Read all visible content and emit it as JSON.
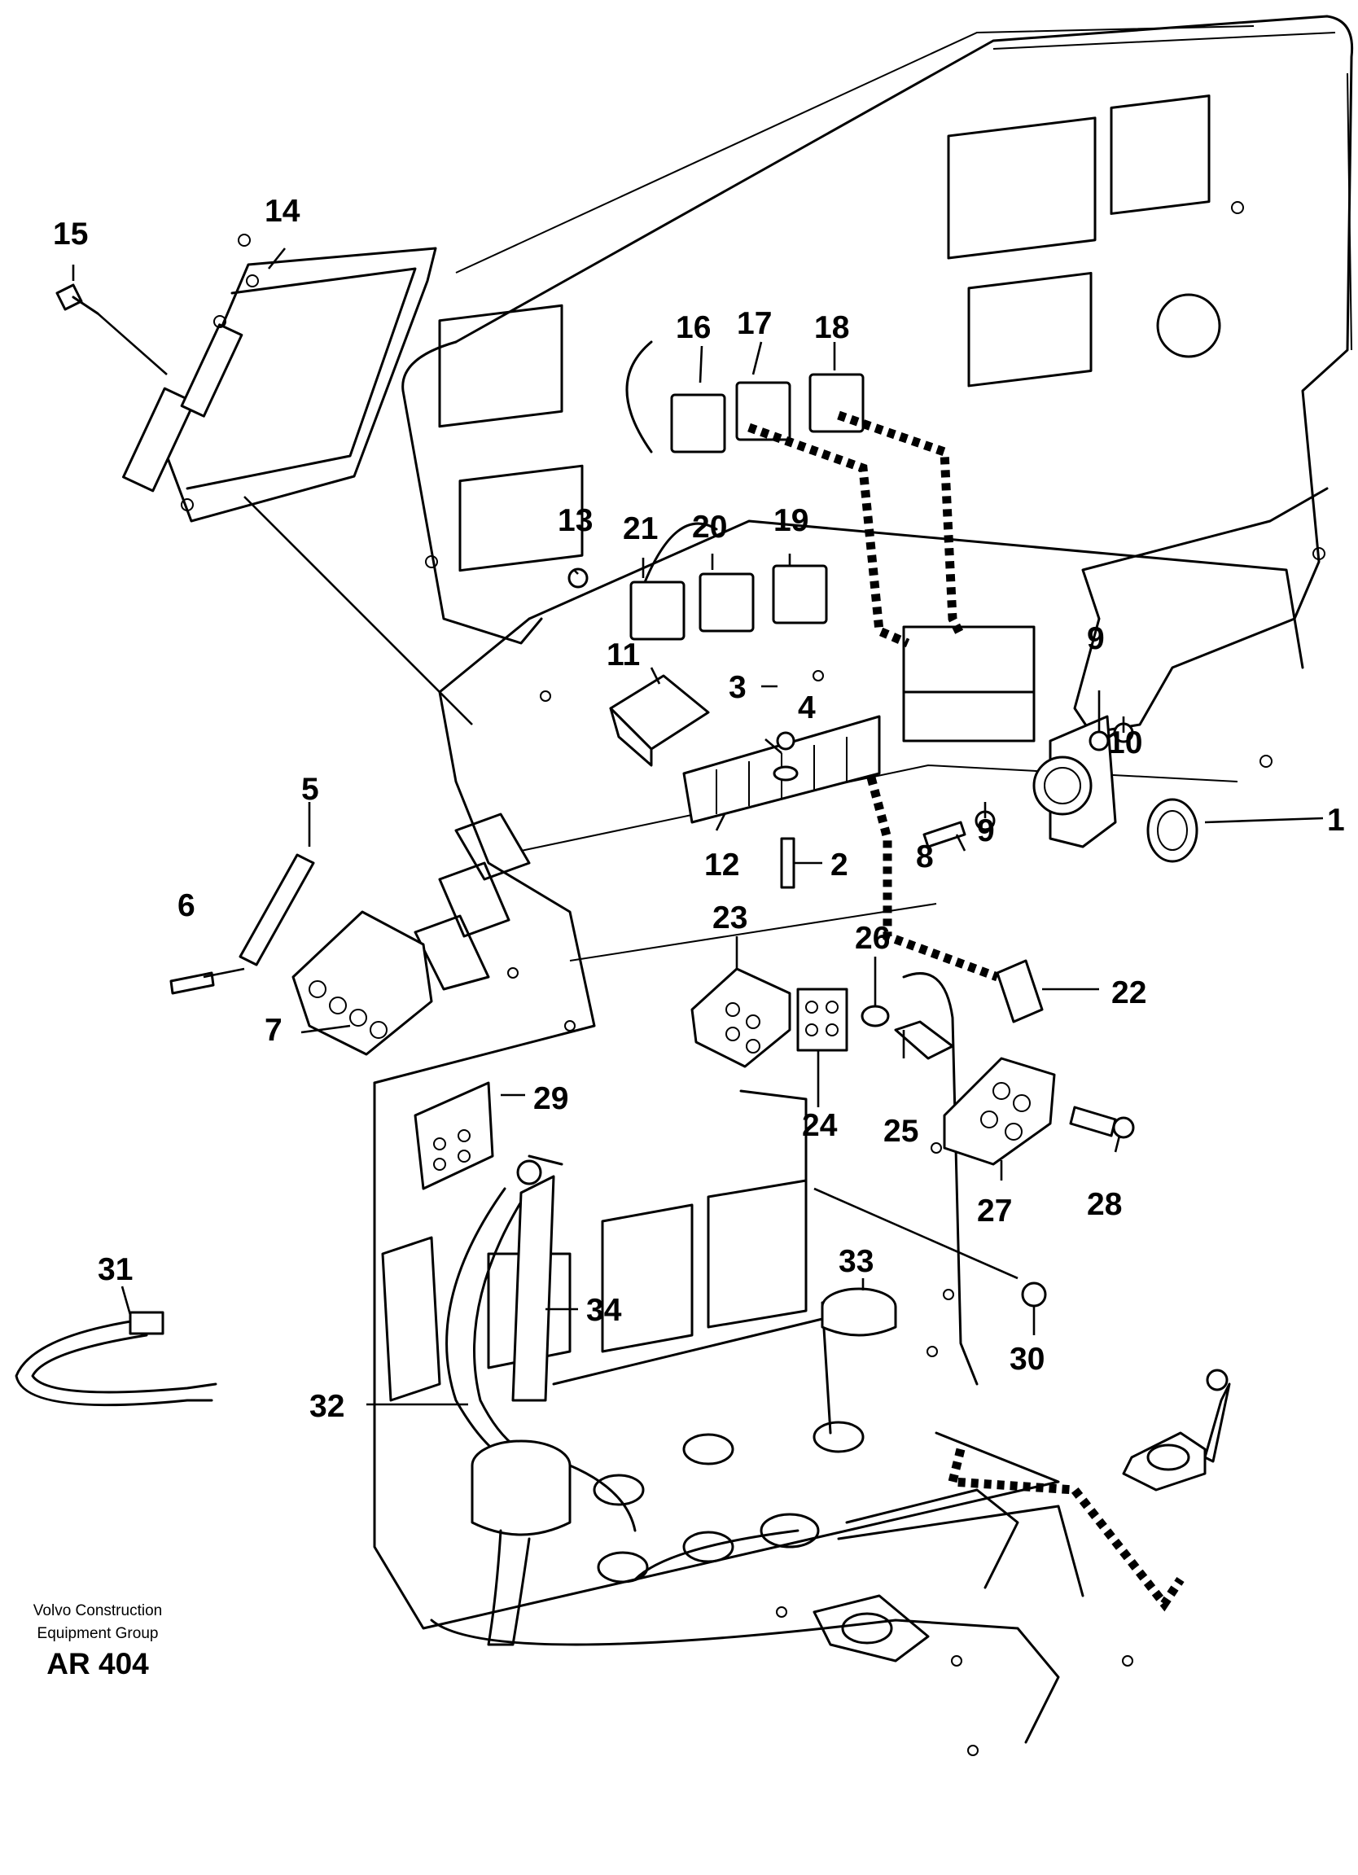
{
  "diagram": {
    "callouts": [
      {
        "id": "1",
        "label": "1"
      },
      {
        "id": "2",
        "label": "2"
      },
      {
        "id": "3",
        "label": "3"
      },
      {
        "id": "4",
        "label": "4"
      },
      {
        "id": "5",
        "label": "5"
      },
      {
        "id": "6",
        "label": "6"
      },
      {
        "id": "7",
        "label": "7"
      },
      {
        "id": "8",
        "label": "8"
      },
      {
        "id": "9a",
        "label": "9"
      },
      {
        "id": "9b",
        "label": "9"
      },
      {
        "id": "10",
        "label": "10"
      },
      {
        "id": "11",
        "label": "11"
      },
      {
        "id": "12",
        "label": "12"
      },
      {
        "id": "13",
        "label": "13"
      },
      {
        "id": "14",
        "label": "14"
      },
      {
        "id": "15",
        "label": "15"
      },
      {
        "id": "16",
        "label": "16"
      },
      {
        "id": "17",
        "label": "17"
      },
      {
        "id": "18",
        "label": "18"
      },
      {
        "id": "19",
        "label": "19"
      },
      {
        "id": "20",
        "label": "20"
      },
      {
        "id": "21",
        "label": "21"
      },
      {
        "id": "22",
        "label": "22"
      },
      {
        "id": "23",
        "label": "23"
      },
      {
        "id": "24",
        "label": "24"
      },
      {
        "id": "25",
        "label": "25"
      },
      {
        "id": "26",
        "label": "26"
      },
      {
        "id": "27",
        "label": "27"
      },
      {
        "id": "28",
        "label": "28"
      },
      {
        "id": "29",
        "label": "29"
      },
      {
        "id": "30",
        "label": "30"
      },
      {
        "id": "31",
        "label": "31"
      },
      {
        "id": "32",
        "label": "32"
      },
      {
        "id": "33",
        "label": "33"
      },
      {
        "id": "34",
        "label": "34"
      }
    ]
  },
  "footer": {
    "org_line1": "Volvo Construction",
    "org_line2": "Equipment Group",
    "code": "AR 404"
  }
}
